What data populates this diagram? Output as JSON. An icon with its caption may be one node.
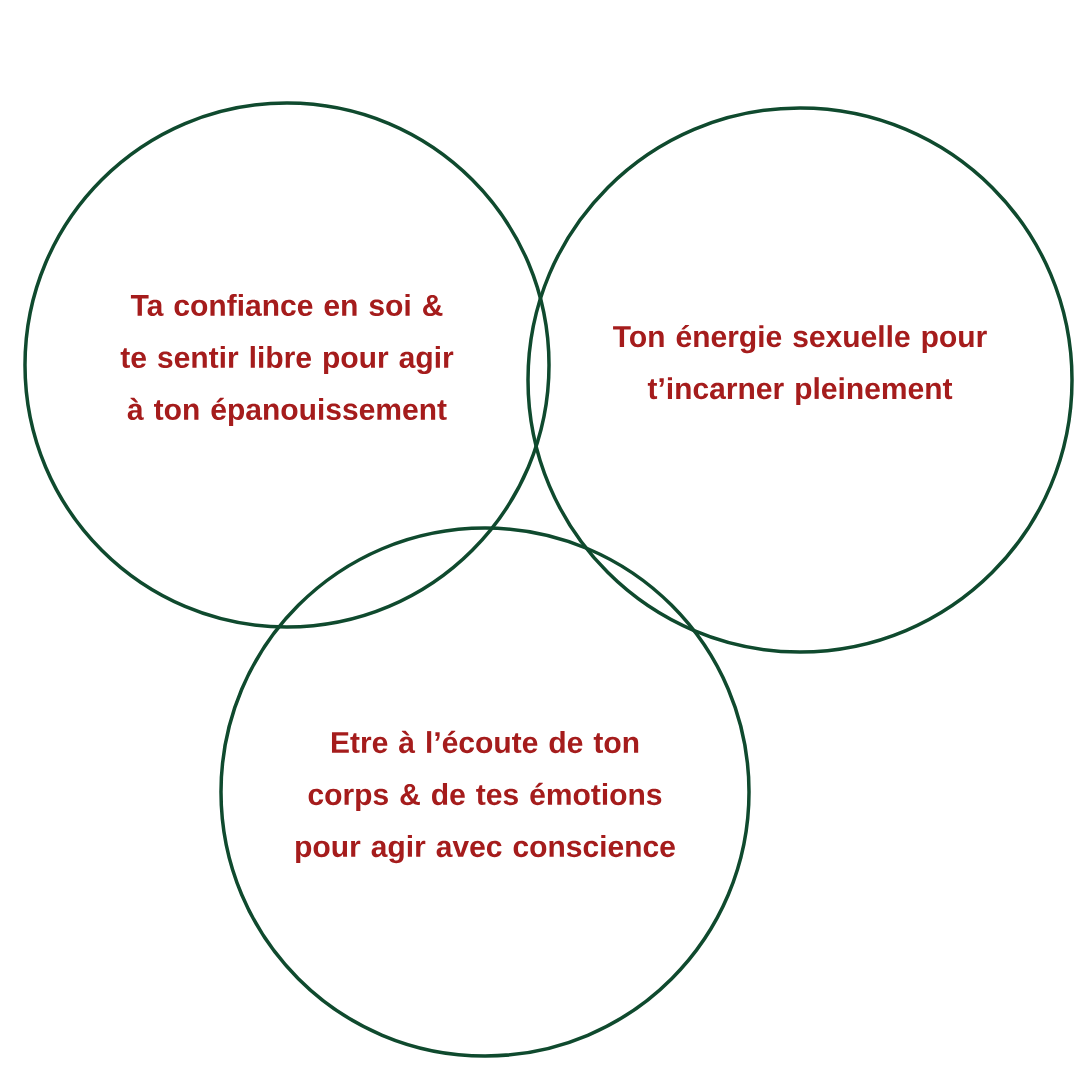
{
  "diagram": {
    "nodes": [
      {
        "text": [
          "Ta confiance en soi & te sentir libre pour agir à ton épanouissement"
        ]
      },
      {
        "text": [
          "Ton énergie sexuelle pour t’incarner pleinement"
        ]
      },
      {
        "text": [
          "Etre à l’écoute de ton corps & de tes émotions pour agir avec conscience"
        ]
      }
    ]
  }
}
